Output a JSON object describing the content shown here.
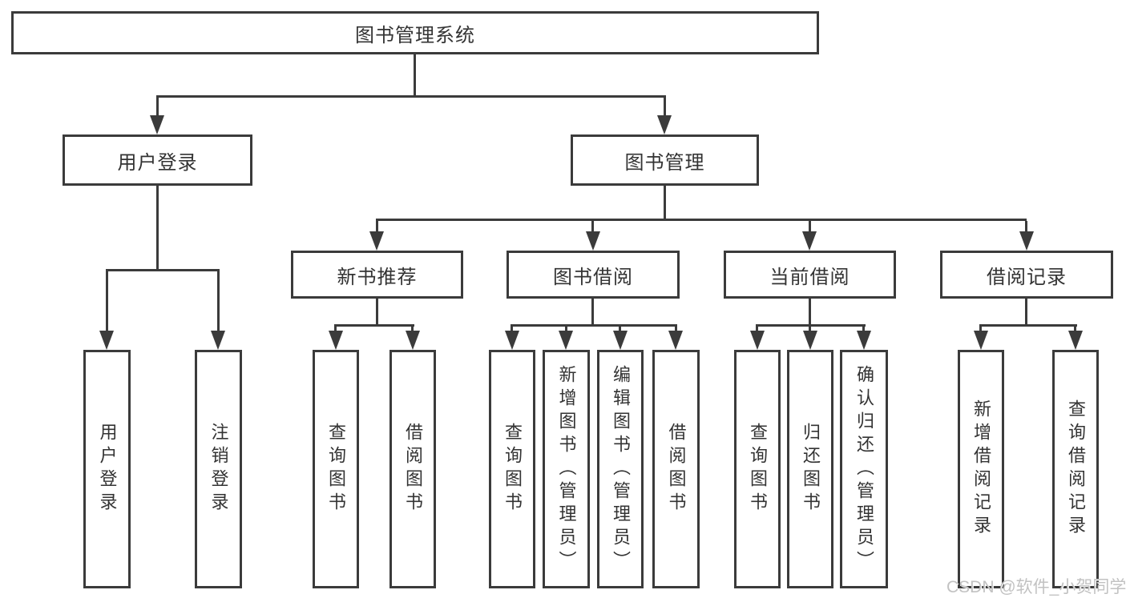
{
  "tree": {
    "root": {
      "label": "图书管理系统"
    },
    "user_login": {
      "label": "用户登录",
      "children": {
        "login": "用户登录",
        "logout": "注销登录"
      }
    },
    "book_mgmt": {
      "label": "图书管理"
    },
    "new_book": {
      "label": "新书推荐",
      "children": {
        "query": "查询图书",
        "borrow": "借阅图书"
      }
    },
    "book_borrow": {
      "label": "图书借阅",
      "children": {
        "query": "查询图书",
        "add": "新增图书（管理员）",
        "edit": "编辑图书（管理员）",
        "borrow": "借阅图书"
      }
    },
    "current_borrow": {
      "label": "当前借阅",
      "children": {
        "query": "查询图书",
        "return": "归还图书",
        "confirm": "确认归还（管理员）"
      }
    },
    "borrow_record": {
      "label": "借阅记录",
      "children": {
        "add": "新增借阅记录",
        "query": "查询借阅记录"
      }
    },
    "watermark": "CSDN @软件_小贺同学"
  },
  "colors": {
    "line": "#3b3b3b",
    "text": "#333333",
    "watermark": "#c2c2c2",
    "background": "#ffffff"
  }
}
